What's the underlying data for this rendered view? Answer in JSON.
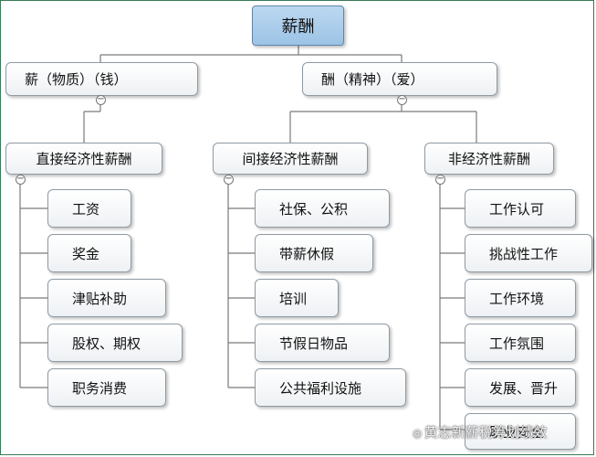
{
  "root": {
    "label": "薪酬"
  },
  "level1": [
    {
      "label": "薪（物质）（钱）"
    },
    {
      "label": "酬（精神）（爱）"
    }
  ],
  "categories": [
    {
      "label": "直接经济性薪酬",
      "items": [
        "工资",
        "奖金",
        "津贴补助",
        "股权、期权",
        "职务消费"
      ]
    },
    {
      "label": "间接经济性薪酬",
      "items": [
        "社保、公积",
        "带薪休假",
        "培训",
        "节假日物品",
        "公共福利设施"
      ]
    },
    {
      "label": "非经济性薪酬",
      "items": [
        "工作认可",
        "挑战性工作",
        "工作环境",
        "工作氛围",
        "发展、晋升",
        "职业安全"
      ]
    }
  ],
  "collapse_glyph": "−",
  "watermark": {
    "icon": "camera-icon",
    "text": "黄志新薪税筹划绩效"
  },
  "colors": {
    "root_fill": "#a9cdeb",
    "node_border": "#8f9aa4",
    "connector": "#7a7a7a",
    "frame": "#3a7a5a"
  }
}
